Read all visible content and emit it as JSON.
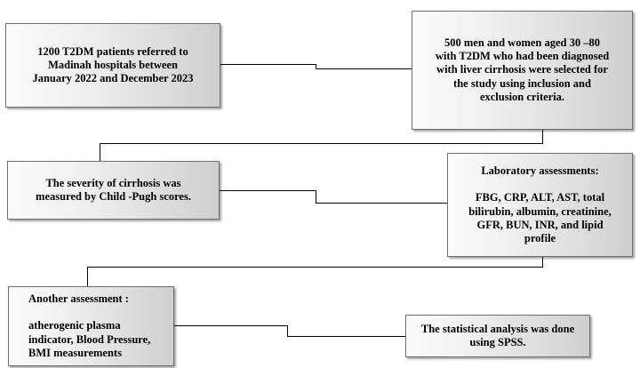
{
  "diagram": {
    "type": "flowchart",
    "title": "",
    "nodes": [
      {
        "id": "n1",
        "name": "patients-referred-box",
        "text": "1200 T2DM patients referred to\nMadinah hospitals between\nJanuary 2022 and December 2023",
        "font_size": 12.5
      },
      {
        "id": "n2",
        "name": "selected-participants-box",
        "text": "500 men and women aged 30 –80\nwith T2DM who had been diagnosed\nwith liver cirrhosis were selected for\nthe study using inclusion and\nexclusion criteria.",
        "font_size": 12.5
      },
      {
        "id": "n3",
        "name": "severity-cirrhosis-box",
        "text": "The severity of cirrhosis was\nmeasured by Child -Pugh scores.",
        "font_size": 12.5
      },
      {
        "id": "n4",
        "name": "laboratory-assessments-box",
        "text": "Laboratory assessments:\n\nFBG, CRP, ALT, AST, total\nbilirubin, albumin, creatinine,\nGFR, BUN, INR, and lipid\nprofile",
        "font_size": 12.5
      },
      {
        "id": "n5",
        "name": "another-assessment-box",
        "text": "Another assessment :\n\natherogenic  plasma\nindicator, Blood Pressure,\nBMI measurements",
        "font_size": 12.5
      },
      {
        "id": "n6",
        "name": "statistical-analysis-box",
        "text": "The statistical analysis was done\nusing SPSS.",
        "font_size": 12.5
      }
    ],
    "edges": [
      {
        "name": "edge-patients-to-selected",
        "from": "n1",
        "to": "n2"
      },
      {
        "name": "edge-selected-to-severity",
        "from": "n2",
        "to": "n3"
      },
      {
        "name": "edge-severity-to-laboratory",
        "from": "n3",
        "to": "n4"
      },
      {
        "name": "edge-laboratory-to-another",
        "from": "n4",
        "to": "n5"
      },
      {
        "name": "edge-another-to-statistical",
        "from": "n5",
        "to": "n6"
      }
    ],
    "colors": {
      "line": "#000000",
      "box_border": "#6e6e6e",
      "box_fill_light": "#fbfbfb",
      "box_fill_dark": "#cfcfcf",
      "text": "#000000",
      "background": "#ffffff"
    }
  }
}
